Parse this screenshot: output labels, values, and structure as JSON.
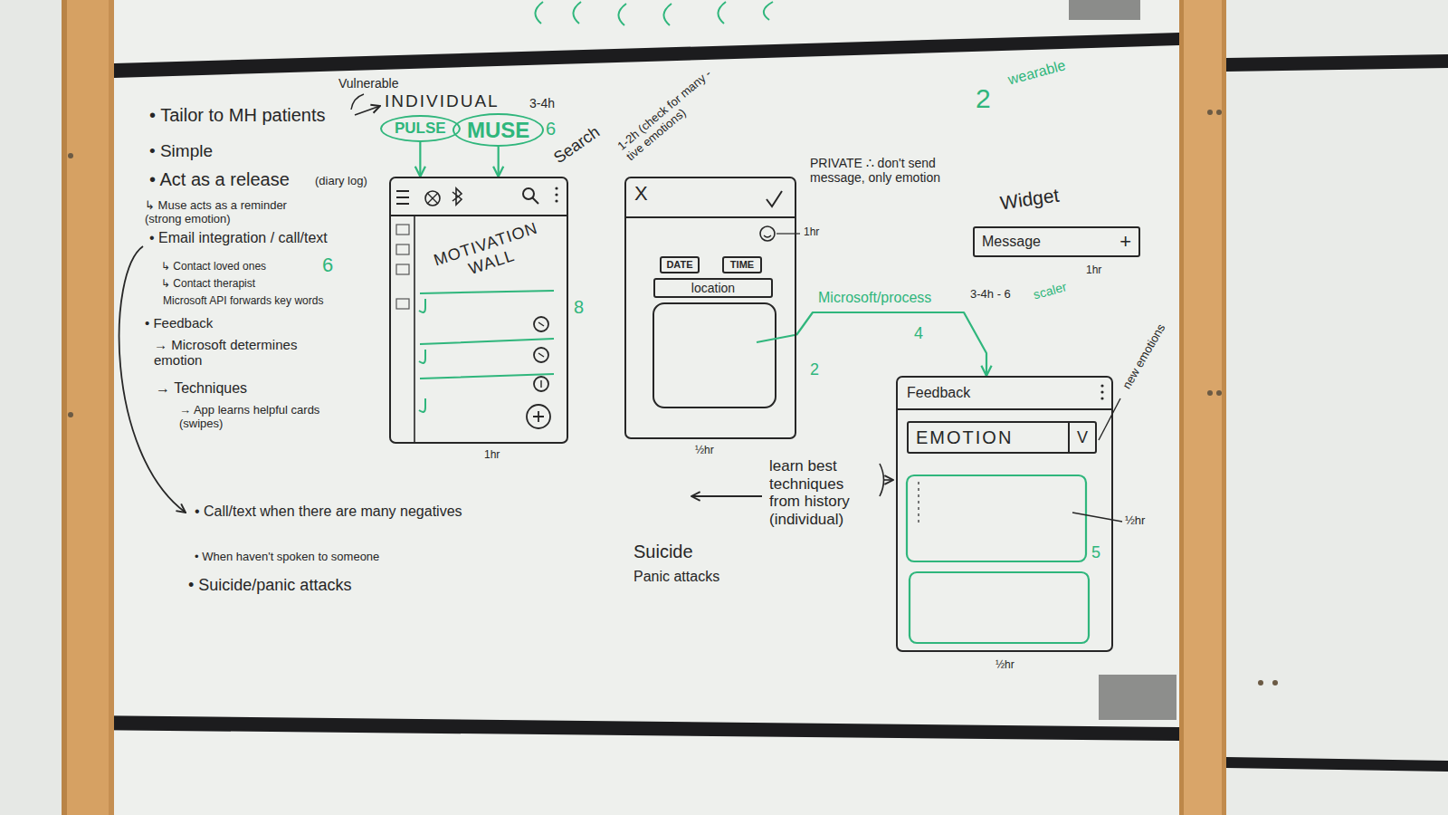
{
  "diagram": {
    "nodes": [
      {
        "text": [
          "PULSE"
        ]
      },
      {
        "text": [
          "MUSE"
        ]
      },
      {
        "text": [
          "MOTIVATION WALL"
        ]
      },
      {
        "text": [
          "X"
        ]
      },
      {
        "text": [
          "DATE"
        ],
        "in": 3
      },
      {
        "text": [
          "TIME"
        ],
        "in": 3
      },
      {
        "text": [
          "location"
        ],
        "in": 3
      },
      {
        "text": [
          "Widget",
          "Message",
          "+"
        ]
      },
      {
        "text": [
          "Feedback"
        ]
      },
      {
        "text": [
          "EMOTION",
          "V"
        ],
        "in": 8
      }
    ],
    "edges": [
      {
        "from": 0,
        "to": 2,
        "arrow": "to"
      },
      {
        "from": 1,
        "to": 2,
        "arrow": "to"
      },
      {
        "from": 3,
        "to": 8,
        "arrow": "to",
        "label": "Microsoft/process"
      }
    ],
    "labels": [
      "• Tailor to MH patients",
      "Vulnerable",
      "INDIVIDUAL",
      "• Simple",
      "• Act as a release",
      "(diary log)",
      "↳ Muse acts as a reminder (strong emotion)",
      "• Email integration / call/text",
      "6",
      "↳ Contact loved ones",
      "↳ Contact therapist",
      "Microsoft API forwards key words",
      "• Feedback",
      "→ Microsoft determines emotion",
      "→ Techniques",
      "→ App learns helpful cards (swipes)",
      "• Call/text when there are many negatives",
      "• When haven't spoken to someone",
      "• Suicide/panic attacks",
      "3-4h",
      "6",
      "Search",
      "1-2h (check for many -tive emotions)",
      "1hr",
      "8",
      "1hr",
      "½hr",
      "2",
      "PRIVATE ∴ don't send message, only emotion",
      "3-4h - 6",
      "scaler",
      "4",
      "1hr",
      "2",
      "wearable",
      "new emotions",
      "½hr",
      "5",
      "½hr",
      "learn best techniques from history (individual)",
      "Suicide",
      "Panic attacks"
    ]
  }
}
